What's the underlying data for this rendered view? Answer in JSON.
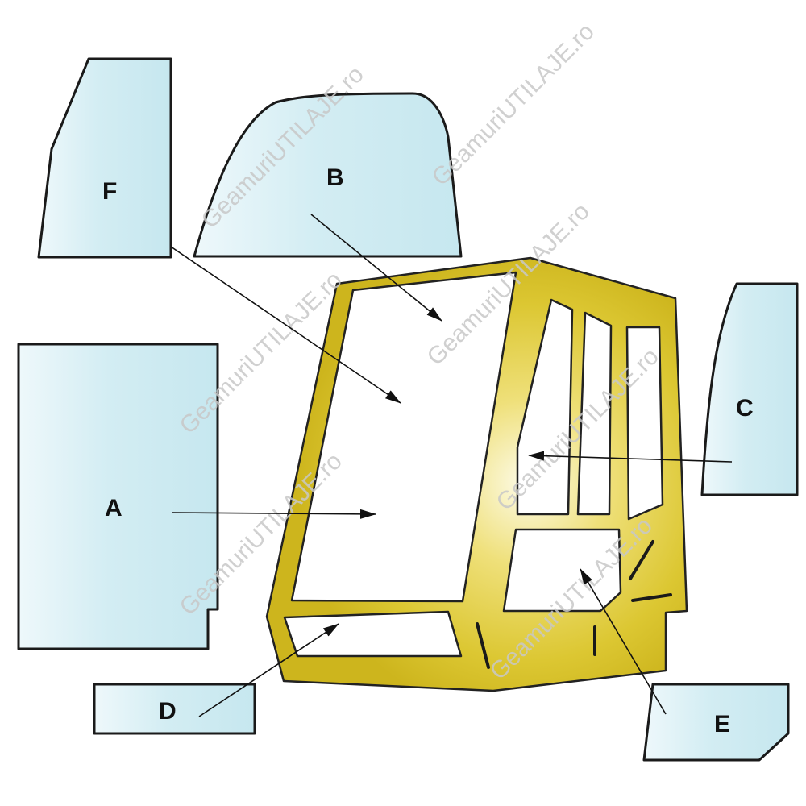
{
  "watermark": "GeamuriUTILAJE.ro",
  "colors": {
    "glass_light": "#eef8fb",
    "glass": "#cdebf2",
    "frame_light": "#fbf6d2",
    "frame": "#d9c52c",
    "frame_dark": "#c4ad14"
  },
  "parts": {
    "a": "A",
    "b": "B",
    "c": "C",
    "d": "D",
    "e": "E",
    "f": "F"
  }
}
